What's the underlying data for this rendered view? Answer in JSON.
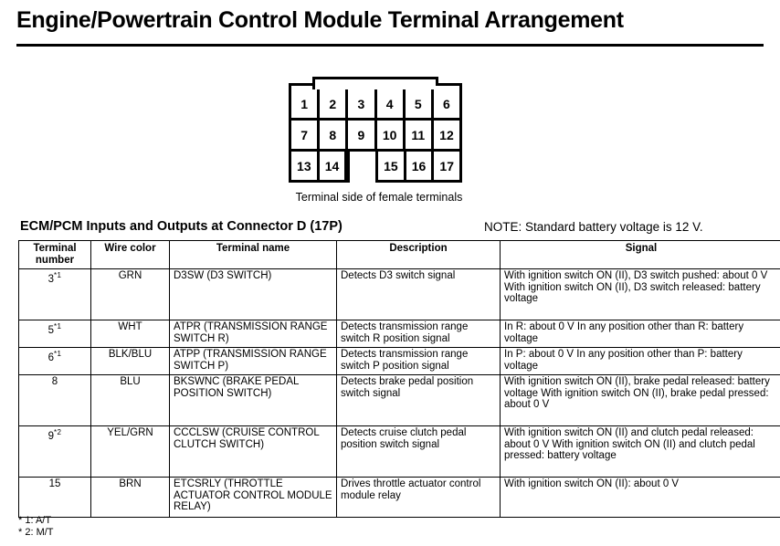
{
  "page": {
    "title": "Engine/Powertrain Control Module Terminal Arrangement"
  },
  "connector": {
    "caption": "Terminal side of female terminals",
    "rows": [
      [
        "1",
        "2",
        "3",
        "4",
        "5",
        "6"
      ],
      [
        "7",
        "8",
        "9",
        "10",
        "11",
        "12"
      ],
      [
        "13",
        "14",
        "",
        "15",
        "16",
        "17"
      ]
    ]
  },
  "section": {
    "heading": "ECM/PCM Inputs and Outputs at Connector D  (17P)",
    "note": "NOTE: Standard battery voltage is 12 V."
  },
  "table": {
    "headers": {
      "terminal": "Terminal\nnumber",
      "wire": "Wire color",
      "name": "Terminal name",
      "description": "Description",
      "signal": "Signal"
    },
    "rows": [
      {
        "terminal": "3",
        "terminal_note": "*1",
        "wire": "GRN",
        "name": "D3SW (D3 SWITCH)",
        "description": "Detects D3 switch signal",
        "signal": "With ignition switch ON (II), D3 switch pushed:\nabout 0 V\nWith ignition switch ON (II), D3 switch released:\nbattery voltage"
      },
      {
        "terminal": "5",
        "terminal_note": "*1",
        "wire": "WHT",
        "name": "ATPR (TRANSMISSION\nRANGE SWITCH R)",
        "description": "Detects transmission range\nswitch R position signal",
        "signal": "In R: about 0 V\nIn any position other than R: battery voltage"
      },
      {
        "terminal": "6",
        "terminal_note": "*1",
        "wire": "BLK/BLU",
        "name": "ATPP (TRANSMISSION\nRANGE SWITCH P)",
        "description": "Detects transmission range\nswitch P position signal",
        "signal": "In P: about 0 V\nIn any position other than P: battery voltage"
      },
      {
        "terminal": "8",
        "terminal_note": "",
        "wire": "BLU",
        "name": "BKSWNC (BRAKE PEDAL\nPOSITION SWITCH)",
        "description": "Detects brake pedal\nposition switch signal",
        "signal": "With ignition switch ON (II), brake pedal released:\nbattery voltage\nWith ignition switch ON (II), brake pedal pressed:\nabout 0 V"
      },
      {
        "terminal": "9",
        "terminal_note": "*2",
        "wire": "YEL/GRN",
        "name": "CCCLSW (CRUISE\nCONTROL CLUTCH\nSWITCH)",
        "description": "Detects cruise clutch pedal\nposition switch signal",
        "signal": "With ignition switch ON (II) and clutch pedal\nreleased: about 0 V\nWith ignition switch ON (II) and clutch pedal\npressed: battery voltage"
      },
      {
        "terminal": "15",
        "terminal_note": "",
        "wire": "BRN",
        "name": "ETCSRLY (THROTTLE\nACTUATOR CONTROL\nMODULE RELAY)",
        "description": "Drives throttle actuator\ncontrol module relay",
        "signal": "With ignition switch ON (II): about 0 V"
      }
    ]
  },
  "footnotes": [
    "* 1: A/T",
    "* 2: M/T"
  ]
}
